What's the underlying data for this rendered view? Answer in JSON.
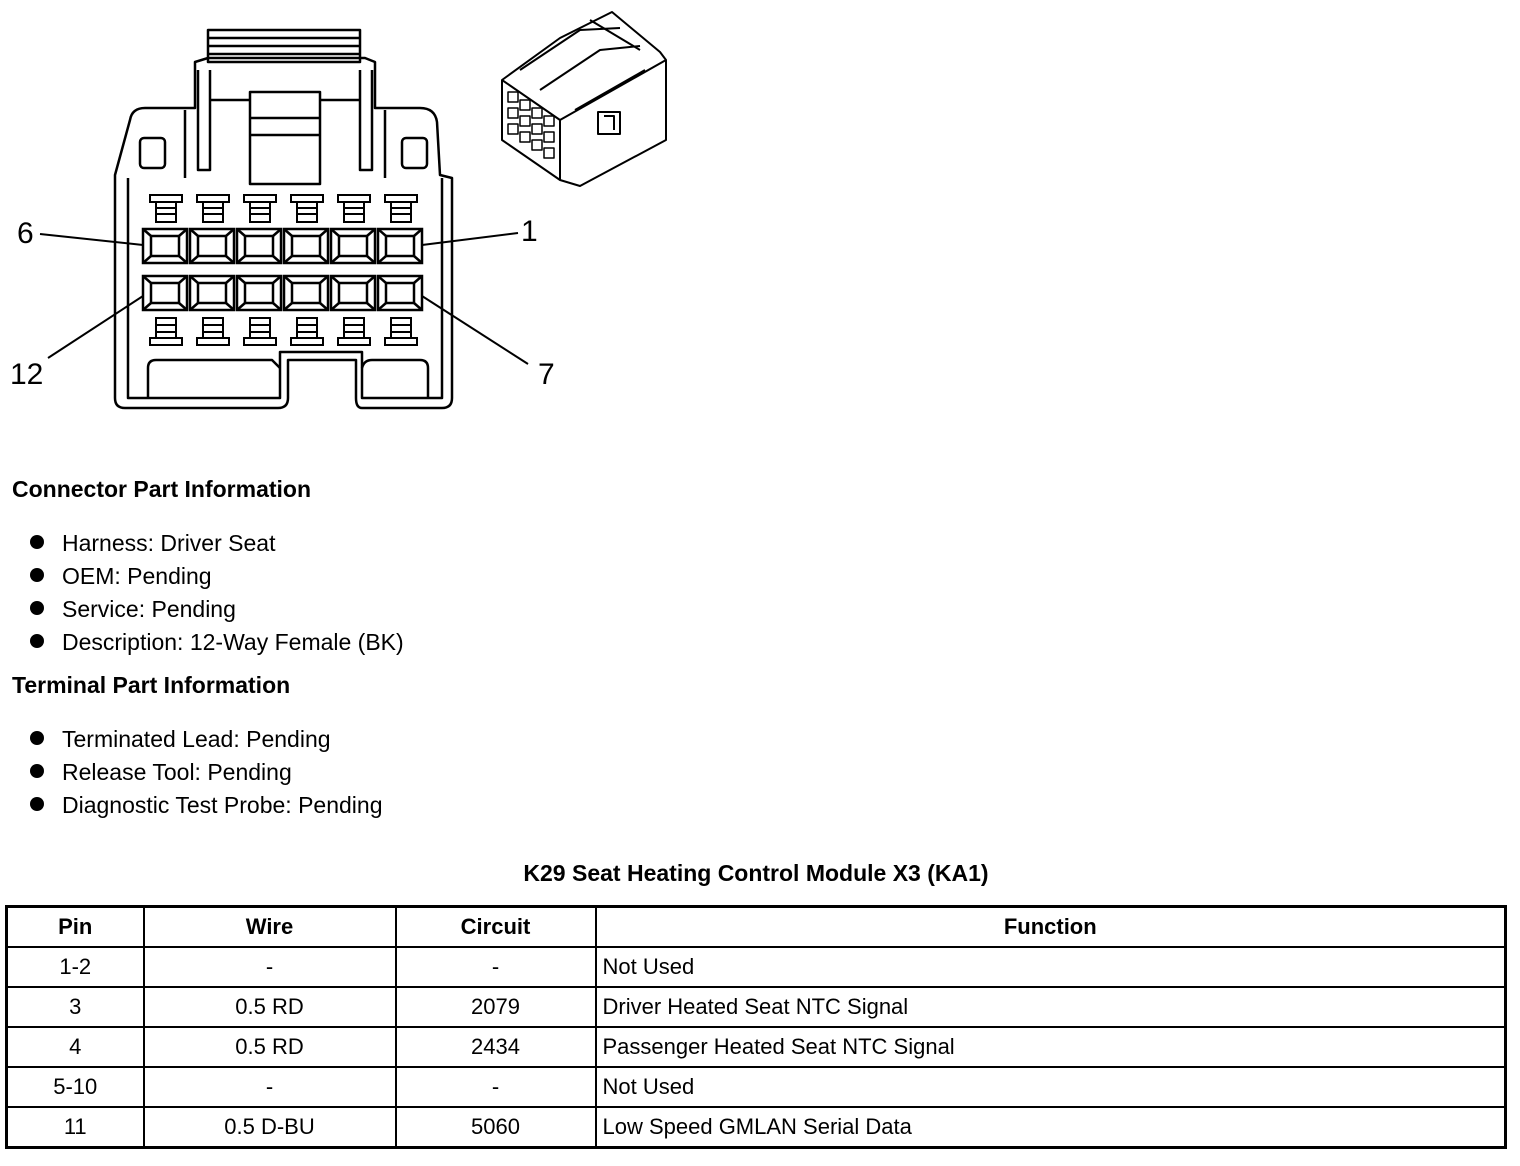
{
  "connector_labels": {
    "pin_6": "6",
    "pin_1": "1",
    "pin_12": "12",
    "pin_7": "7"
  },
  "connector_part": {
    "title": "Connector Part Information",
    "items": [
      "Harness: Driver Seat",
      "OEM: Pending",
      "Service: Pending",
      "Description: 12-Way Female (BK)"
    ]
  },
  "terminal_part": {
    "title": "Terminal Part Information",
    "items": [
      "Terminated Lead: Pending",
      "Release Tool: Pending",
      "Diagnostic Test Probe: Pending"
    ]
  },
  "table": {
    "title": "K29 Seat Heating Control Module X3 (KA1)",
    "headers": [
      "Pin",
      "Wire",
      "Circuit",
      "Function"
    ],
    "rows": [
      [
        "1-2",
        "-",
        "-",
        "Not Used"
      ],
      [
        "3",
        "0.5 RD",
        "2079",
        "Driver Heated Seat NTC Signal"
      ],
      [
        "4",
        "0.5 RD",
        "2434",
        "Passenger Heated Seat NTC Signal"
      ],
      [
        "5-10",
        "-",
        "-",
        "Not Used"
      ],
      [
        "11",
        "0.5 D-BU",
        "5060",
        "Low Speed GMLAN Serial Data"
      ]
    ]
  }
}
